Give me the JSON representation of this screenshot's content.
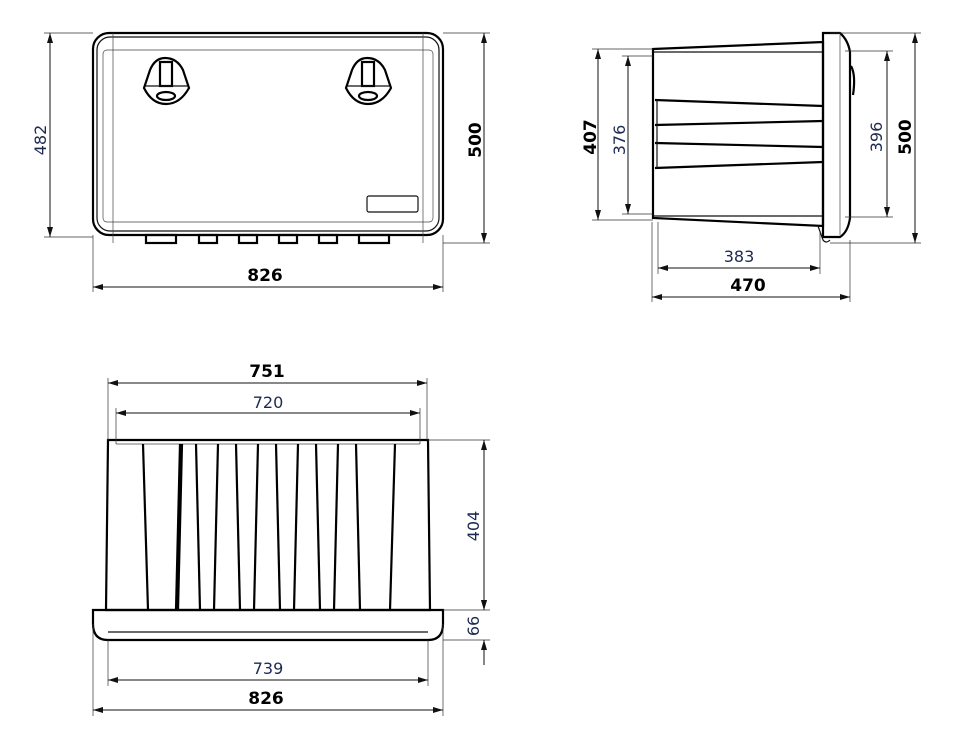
{
  "front_view": {
    "dimensions": {
      "height_inner": "482",
      "height_total": "500",
      "width_total": "826"
    }
  },
  "side_view": {
    "dimensions": {
      "body_height": "407",
      "body_height_inner": "376",
      "lid_inner": "396",
      "height_total": "500",
      "depth_inner": "383",
      "depth_total": "470"
    }
  },
  "bottom_view": {
    "dimensions": {
      "top_width": "751",
      "top_width_inner": "720",
      "body_height": "404",
      "base_height": "66",
      "base_width_inner": "739",
      "base_width_total": "826"
    }
  }
}
